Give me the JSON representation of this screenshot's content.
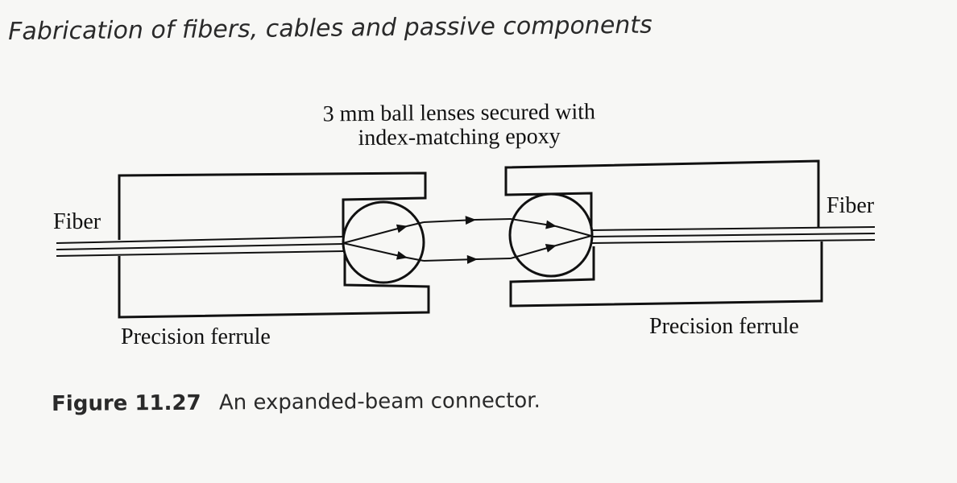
{
  "header": {
    "title": "Fabrication of fibers, cables and passive components"
  },
  "figure": {
    "lens_note_line1": "3 mm ball lenses secured with",
    "lens_note_line2": "index-matching epoxy",
    "fiber_left": "Fiber",
    "fiber_right": "Fiber",
    "ferrule_left": "Precision ferrule",
    "ferrule_right": "Precision ferrule"
  },
  "caption": {
    "number": "Figure 11.27",
    "text": "An expanded-beam connector."
  }
}
